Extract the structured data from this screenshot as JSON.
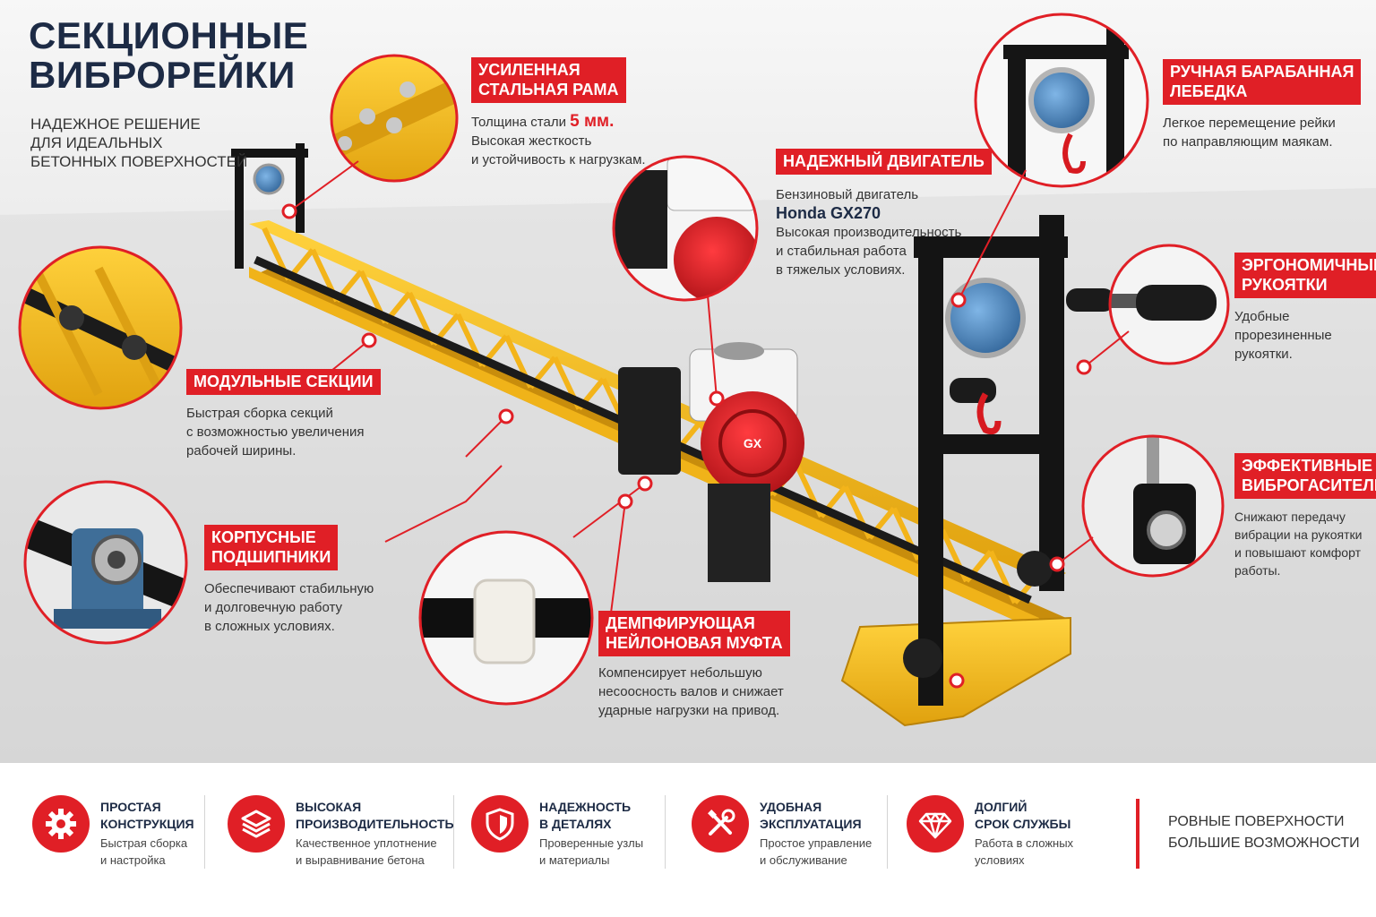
{
  "header": {
    "title_line1": "СЕКЦИОННЫЕ",
    "title_line2": "ВИБРОРЕЙКИ",
    "subtitle_line1": "НАДЕЖНОЕ РЕШЕНИЕ",
    "subtitle_line2": "ДЛЯ ИДЕАЛЬНЫХ",
    "subtitle_line3": "БЕТОННЫХ ПОВЕРХНОСТЕЙ"
  },
  "callouts": {
    "frame": {
      "title1": "УСИЛЕННАЯ",
      "title2": "СТАЛЬНАЯ РАМА",
      "d1a": "Толщина стали",
      "d1b": "5 мм.",
      "d2": "Высокая жесткость",
      "d3": "и устойчивость к нагрузкам."
    },
    "engine": {
      "title": "НАДЕЖНЫЙ ДВИГАТЕЛЬ",
      "d1": "Бензиновый двигатель",
      "d2": "Honda GX270",
      "d3": "Высокая производительность",
      "d4": "и стабильная работа",
      "d5": "в тяжелых условиях."
    },
    "winch": {
      "title1": "РУЧНАЯ БАРАБАННАЯ",
      "title2": "ЛЕБЕДКА",
      "d1": "Легкое перемещение рейки",
      "d2": "по направляющим маякам."
    },
    "handles": {
      "title1": "ЭРГОНОМИЧНЫЕ",
      "title2": "РУКОЯТКИ",
      "d1": "Удобные",
      "d2": "прорезиненные",
      "d3": "рукоятки."
    },
    "modules": {
      "title": "МОДУЛЬНЫЕ СЕКЦИИ",
      "d1": "Быстрая сборка секций",
      "d2": "с возможностью увеличения",
      "d3": "рабочей ширины."
    },
    "bearings": {
      "title1": "КОРПУСНЫЕ",
      "title2": "ПОДШИПНИКИ",
      "d1": "Обеспечивают стабильную",
      "d2": "и долговечную работу",
      "d3": "в сложных условиях."
    },
    "coupling": {
      "title1": "ДЕМПФИРУЮЩАЯ",
      "title2": "НЕЙЛОНОВАЯ МУФТА",
      "d1": "Компенсирует небольшую",
      "d2": "несоосность валов и снижает",
      "d3": "ударные нагрузки на привод."
    },
    "dampers": {
      "title1": "ЭФФЕКТИВНЫЕ",
      "title2": "ВИБРОГАСИТЕЛИ",
      "d1": "Снижают передачу",
      "d2": "вибрации на рукоятки",
      "d3": "и повышают комфорт",
      "d4": "работы."
    }
  },
  "engine_badge": "GX",
  "footer": {
    "features": [
      {
        "icon": "gear-icon",
        "title1": "ПРОСТАЯ",
        "title2": "КОНСТРУКЦИЯ",
        "text1": "Быстрая сборка",
        "text2": "и настройка"
      },
      {
        "icon": "layers-icon",
        "title1": "ВЫСОКАЯ",
        "title2": "ПРОИЗВОДИТЕЛЬНОСТЬ",
        "text1": "Качественное уплотнение",
        "text2": "и выравнивание бетона"
      },
      {
        "icon": "shield-icon",
        "title1": "НАДЕЖНОСТЬ",
        "title2": "В ДЕТАЛЯХ",
        "text1": "Проверенные узлы",
        "text2": "и материалы"
      },
      {
        "icon": "tools-icon",
        "title1": "УДОБНАЯ",
        "title2": "ЭКСПЛУАТАЦИЯ",
        "text1": "Простое управление",
        "text2": "и обслуживание"
      },
      {
        "icon": "diamond-icon",
        "title1": "ДОЛГИЙ",
        "title2": "СРОК СЛУЖБЫ",
        "text1": "Работа в сложных",
        "text2": "условиях"
      }
    ],
    "slogan1": "РОВНЫЕ ПОВЕРХНОСТИ",
    "slogan2": "БОЛЬШИЕ ВОЗМОЖНОСТИ"
  },
  "colors": {
    "accent": "#e01f26",
    "navy": "#1d2b45",
    "frame_yellow": "#f2b417",
    "engine_red": "#d71a20"
  }
}
